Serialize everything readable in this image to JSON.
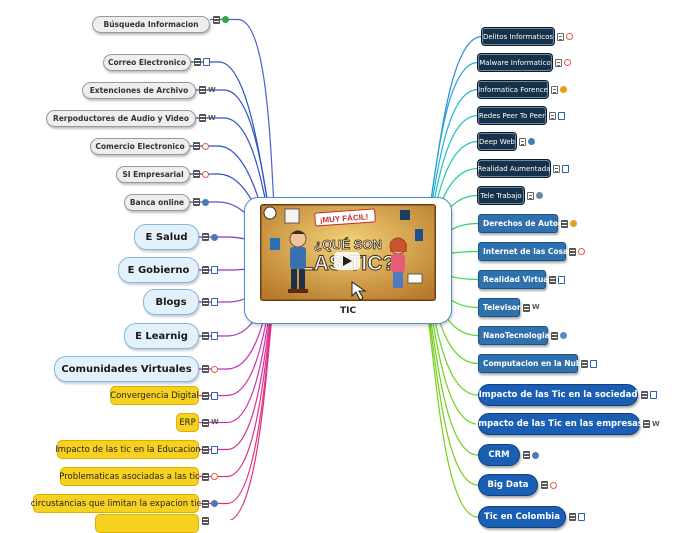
{
  "center": {
    "title": "TIC",
    "image": {
      "banner": "¡MUY FÁCIL!",
      "line1": "¿QUÉ SON",
      "line2": "LAS TIC?"
    }
  },
  "left_topics": [
    {
      "label": "Búsqueda Informacion",
      "style": "gray",
      "icons": [
        "notes-icon",
        "plant-icon"
      ],
      "line_color": "#4a62c8"
    },
    {
      "label": "Correo Electronico",
      "style": "gray",
      "icons": [
        "notes-icon",
        "link-icon"
      ],
      "line_color": "#2f54c4"
    },
    {
      "label": "Extenciones  de Archivo",
      "style": "gray",
      "icons": [
        "notes-icon",
        "wikipedia-icon"
      ],
      "line_color": "#2f54c4"
    },
    {
      "label": "Rerpoductores de Audio y Video",
      "style": "gray",
      "icons": [
        "notes-icon",
        "wikipedia-icon"
      ],
      "line_color": "#2f54c4"
    },
    {
      "label": "Comercio Electronico",
      "style": "gray",
      "icons": [
        "notes-icon",
        "webpage-icon"
      ],
      "line_color": "#2f54c4"
    },
    {
      "label": "SI Empresarial",
      "style": "gray",
      "icons": [
        "notes-icon",
        "webpage-icon"
      ],
      "line_color": "#2f54c4"
    },
    {
      "label": "Banca online",
      "style": "gray",
      "icons": [
        "notes-icon",
        "globe-icon"
      ],
      "line_color": "#6a4fc8"
    },
    {
      "label": "E Salud",
      "style": "blue",
      "icons": [
        "notes-icon",
        "globe-icon"
      ],
      "line_color": "#7a3fc8"
    },
    {
      "label": "E Gobierno",
      "style": "blue",
      "icons": [
        "notes-icon",
        "link-icon"
      ],
      "line_color": "#8a3cc8"
    },
    {
      "label": "Blogs",
      "style": "blue",
      "icons": [
        "notes-icon",
        "link-icon"
      ],
      "line_color": "#9a3ac8"
    },
    {
      "label": "E Learnig",
      "style": "blue",
      "icons": [
        "notes-icon",
        "link-icon"
      ],
      "line_color": "#a838c8"
    },
    {
      "label": "Comunidades Virtuales",
      "style": "blue",
      "icons": [
        "notes-icon",
        "webpage-icon"
      ],
      "line_color": "#c030c0"
    },
    {
      "label": "Convergencia Digital",
      "style": "yellow",
      "icons": [
        "notes-icon",
        "link-icon"
      ],
      "line_color": "#d030b0"
    },
    {
      "label": "ERP",
      "style": "yellow",
      "icons": [
        "notes-icon",
        "wikipedia-icon"
      ],
      "line_color": "#d030a8"
    },
    {
      "label": "Impacto de las tic en la Educacion",
      "style": "yellow",
      "icons": [
        "notes-icon",
        "link-icon"
      ],
      "line_color": "#d8309a"
    },
    {
      "label": "Problematicas asociadas a las tic",
      "style": "yellow",
      "icons": [
        "notes-icon",
        "webpage-icon"
      ],
      "line_color": "#de308e"
    },
    {
      "label": "circustancias que limitan la expacion tic",
      "style": "yellow",
      "icons": [
        "notes-icon",
        "globe-icon"
      ],
      "line_color": "#e03084"
    },
    {
      "label": "",
      "style": "yellow",
      "icons": [
        "notes-icon"
      ],
      "line_color": "#e03078"
    }
  ],
  "right_topics": [
    {
      "label": "Delitos Informaticos",
      "style": "dark",
      "icons": [
        "notes-icon",
        "webpage-icon"
      ],
      "line_color": "#2a8ad8"
    },
    {
      "label": "Malware Informatico",
      "style": "dark",
      "icons": [
        "notes-icon",
        "webpage-icon"
      ],
      "line_color": "#23a3d8"
    },
    {
      "label": "Informatica Forence",
      "style": "dark",
      "icons": [
        "notes-icon",
        "google-icon"
      ],
      "line_color": "#1fb5cf"
    },
    {
      "label": "Redes Peer To Peer",
      "style": "dark",
      "icons": [
        "notes-icon",
        "link-icon"
      ],
      "line_color": "#1fc2c2"
    },
    {
      "label": "Deep Web",
      "style": "dark",
      "icons": [
        "notes-icon",
        "globe-icon"
      ],
      "line_color": "#1fc9b0"
    },
    {
      "label": "Realidad Aumentada",
      "style": "dark",
      "icons": [
        "notes-icon",
        "link-icon"
      ],
      "line_color": "#1fcf98"
    },
    {
      "label": "Tele Trabajo",
      "style": "dark",
      "icons": [
        "notes-icon",
        "person-icon"
      ],
      "line_color": "#22d282"
    },
    {
      "label": "Derechos de Autor",
      "style": "steel",
      "icons": [
        "notes-icon",
        "google-icon"
      ],
      "line_color": "#2ad46c"
    },
    {
      "label": "Internet de las Cosas",
      "style": "steel",
      "icons": [
        "notes-icon",
        "webpage-icon"
      ],
      "line_color": "#33d65a"
    },
    {
      "label": "Realidad Virtual",
      "style": "steel",
      "icons": [
        "notes-icon",
        "link-icon"
      ],
      "line_color": "#3fd84a"
    },
    {
      "label": "Televisor",
      "style": "steel",
      "icons": [
        "notes-icon",
        "wikipedia-icon"
      ],
      "line_color": "#4cd83c"
    },
    {
      "label": "NanoTecnologia",
      "style": "steel",
      "icons": [
        "notes-icon",
        "slides-icon"
      ],
      "line_color": "#5ad832"
    },
    {
      "label": "Computacion en la Nube",
      "style": "steel",
      "icons": [
        "notes-icon",
        "link-icon"
      ],
      "line_color": "#62d62a"
    },
    {
      "label": "Impacto de las Tic en la sociedad",
      "style": "bluepill",
      "icons": [
        "notes-icon",
        "link-icon"
      ],
      "line_color": "#68d424"
    },
    {
      "label": "Impacto de las Tic en las empresas",
      "style": "bluepill",
      "icons": [
        "notes-icon",
        "wikipedia-icon"
      ],
      "line_color": "#6ed220"
    },
    {
      "label": "CRM",
      "style": "bluepill",
      "icons": [
        "notes-icon",
        "globe-icon"
      ],
      "line_color": "#72d01e"
    },
    {
      "label": "Big Data",
      "style": "bluepill",
      "icons": [
        "notes-icon",
        "webpage-icon"
      ],
      "line_color": "#76ce1c"
    },
    {
      "label": "Tic en Colombia",
      "style": "bluepill",
      "icons": [
        "notes-icon",
        "link-icon"
      ],
      "line_color": "#7acc1a"
    }
  ]
}
